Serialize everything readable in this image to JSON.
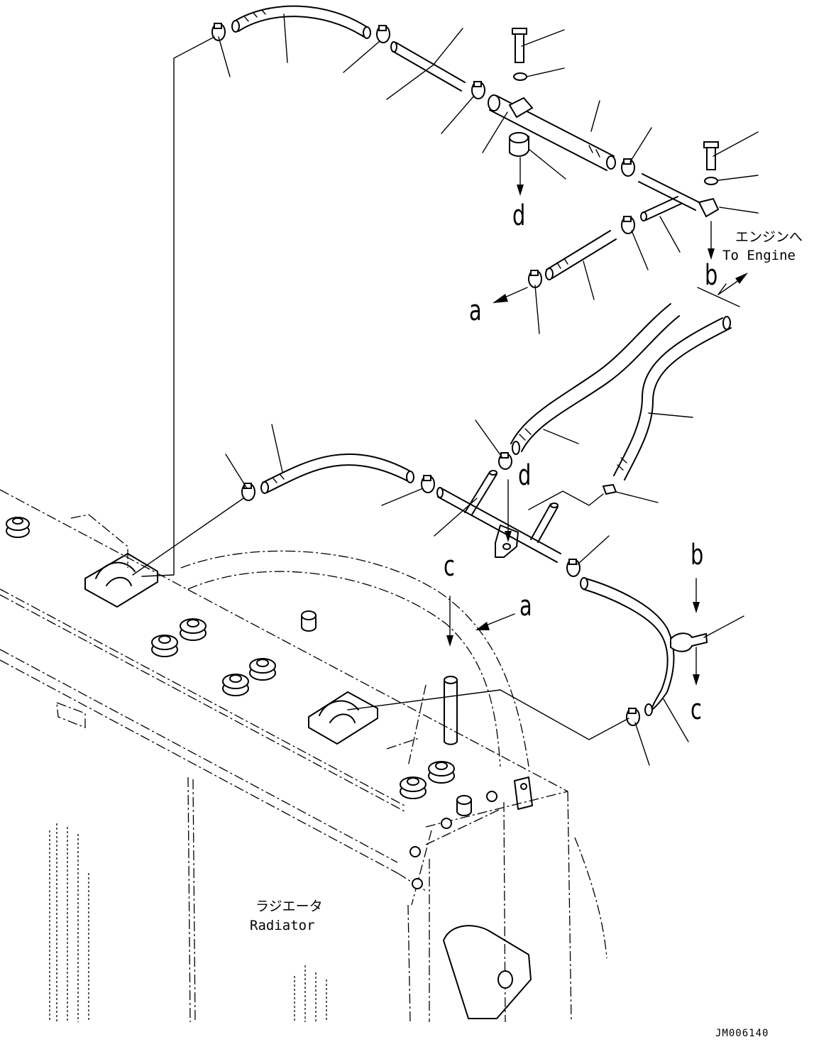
{
  "labels": {
    "a": "a",
    "b": "b",
    "c": "c",
    "d": "d"
  },
  "destination": {
    "ja": "エンジンへ",
    "en": "To Engine"
  },
  "component": {
    "ja": "ラジエータ",
    "en": "Radiator"
  },
  "drawing_number": "JM006140"
}
